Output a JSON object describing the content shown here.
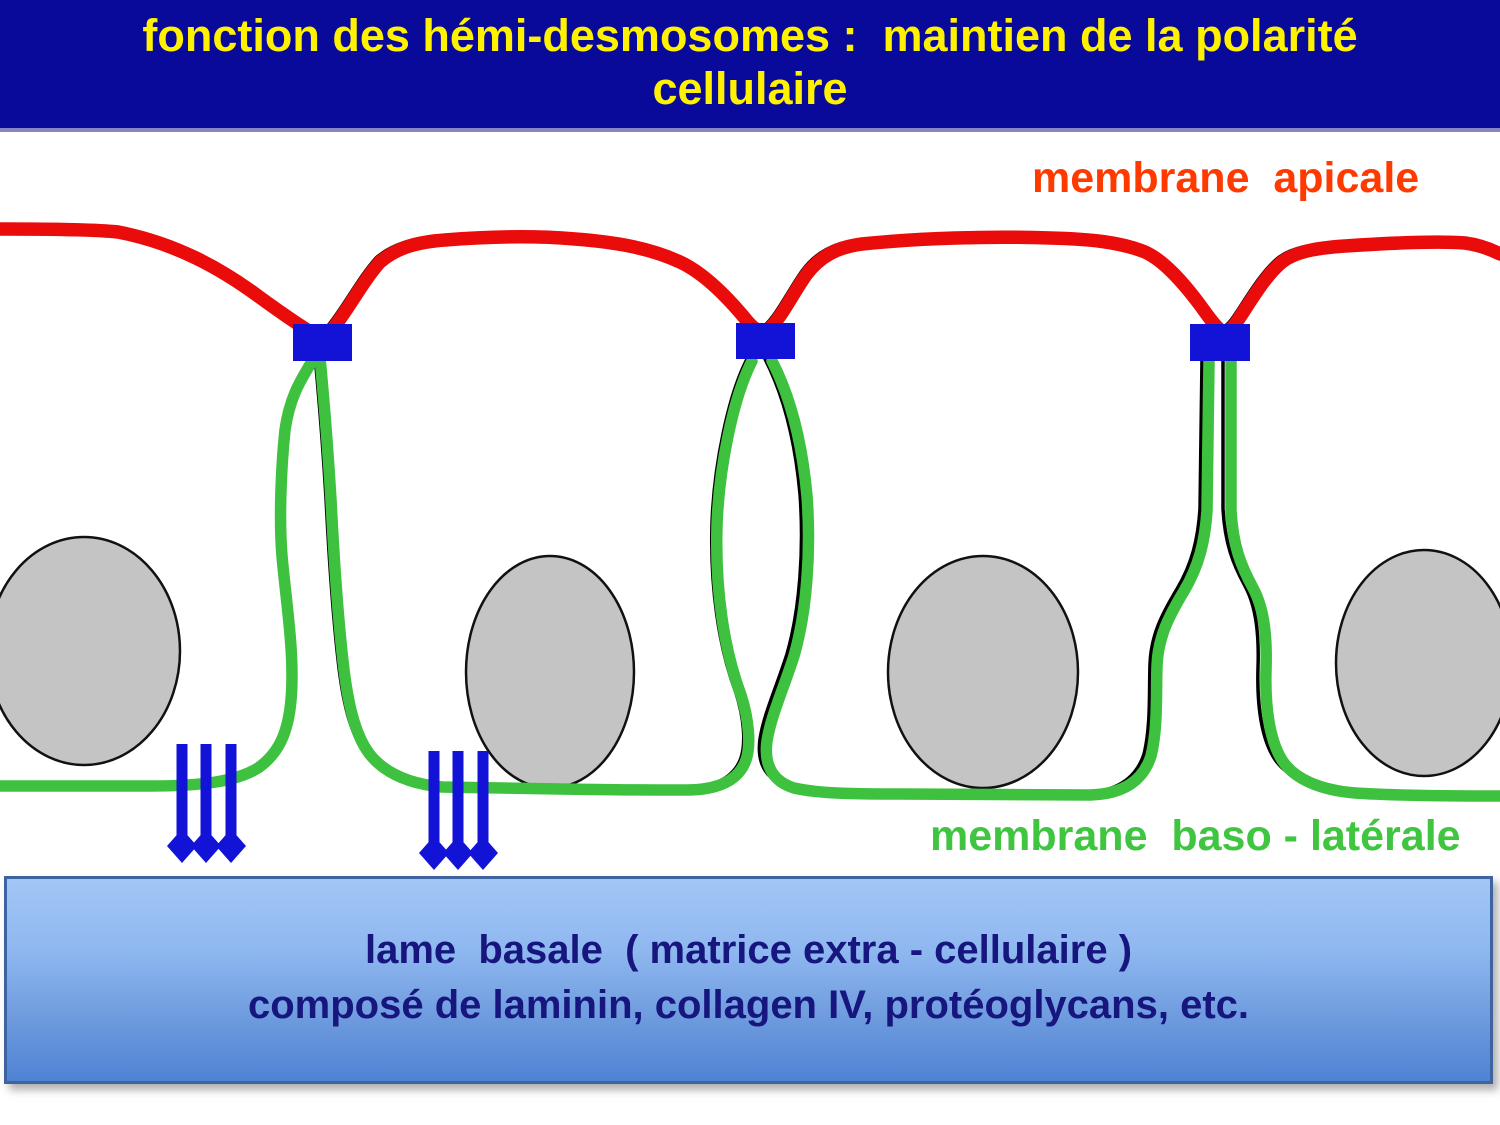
{
  "header": {
    "title_line1": "fonction des hémi-desmosomes :  maintien de la polarité",
    "title_line2": "cellulaire",
    "bg_color": "#0a0a9a",
    "text_color": "#fff200"
  },
  "labels": {
    "apical": {
      "text": "membrane  apicale",
      "color": "#ff3a00"
    },
    "basolateral": {
      "text": "membrane  baso - latérale",
      "color": "#3fc53f"
    }
  },
  "diagram": {
    "apical_membrane_color": "#ea0b0b",
    "basolateral_membrane_color": "#3ec13e",
    "sketch_line_color": "#000000",
    "junction_color": "#1313d8",
    "arrow_color": "#1313d8",
    "nucleus_fill": "#c4c4c4",
    "nucleus_outline": "#111111",
    "junction_count": 3,
    "nucleus_count": 4,
    "arrow_group_count": 2,
    "arrows_per_group": 3
  },
  "basal_lamina": {
    "line1": "lame  basale  ( matrice extra - cellulaire )",
    "line2": "composé de laminin, collagen IV, protéoglycans, etc.",
    "text_color": "#16167e",
    "gradient_top": "#a2c6f6",
    "gradient_bottom": "#4e83d3",
    "border_color": "#3f639f"
  }
}
